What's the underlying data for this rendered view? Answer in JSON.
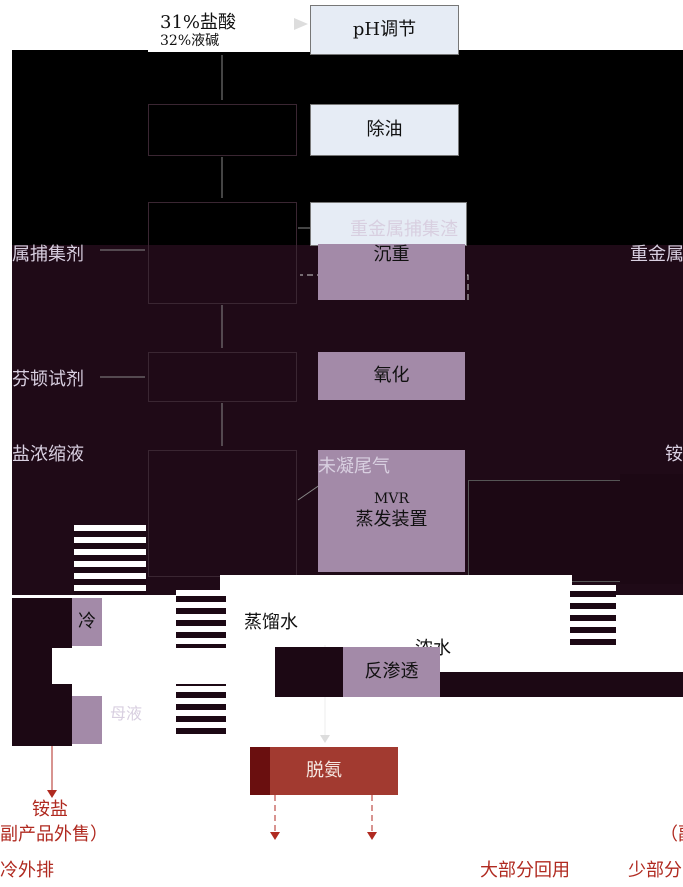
{
  "inputs": {
    "acid": "31%盐酸",
    "alkali": "32%液碱",
    "heavy_metal_agent": "属捕集剂",
    "oxidant": "芬顿试剂",
    "ammonium_concentrate": "盐浓缩液",
    "vent_gas": "未凝尾气"
  },
  "steps": {
    "ph": "pH调节",
    "deoil": "除油",
    "precip": "沉重",
    "oxidation": "氧化",
    "mvr_label": "MVR",
    "evaporator": "蒸发装置",
    "ro": "反渗透",
    "deammonia": "脱氨",
    "cooling": "冷"
  },
  "outputs": {
    "heavy_metal_slag": "重金属捕集渣",
    "distilled_water": "蒸馏水",
    "concentrated_water": "浓水",
    "ammonium_salt": "铵盐",
    "byproduct_sale": "副产品外售）",
    "discharge": "冷外排",
    "mother_liquor": "母液",
    "mostly_reused": "大部分回用",
    "small_part": "少部分",
    "right_cut_1": "重金属",
    "right_cut_2": "铵",
    "right_cut_3": "（副"
  },
  "colors": {
    "blue_box": "#e6ecf5",
    "purple_box": "#a38aa8",
    "red_box": "#a23a30",
    "red_text": "#b02a20"
  }
}
